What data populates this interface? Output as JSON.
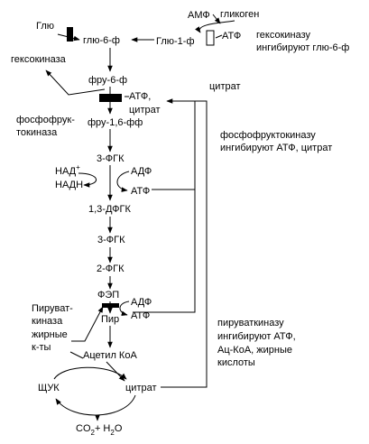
{
  "nodes": {
    "glu": "Глю",
    "glu6p": "глю-6-ф",
    "glu1p": "Глю-1-ф",
    "amp": "АМФ",
    "glycogen": "гликоген",
    "atp_top": "АТФ",
    "hexokinase": "гексокиназа",
    "fru6p": "фру-6-ф",
    "atp_citrate_a": "АТФ,",
    "atp_citrate_b": "цитрат",
    "pfk_a": "фосфофрук-",
    "pfk_b": "токиназа",
    "fru16bp": "фру-1,6-фф",
    "citrate_feedback": "цитрат",
    "pga3_top": "3-ФГК",
    "nad": "НАД",
    "nad_plus": "+",
    "nadh": "НАДН",
    "adp_1": "АДФ",
    "atp_1": "АТФ",
    "dpga13": "1,3-ДФГК",
    "pga3": "3-ФГК",
    "pga2": "2-ФГК",
    "pep": "ФЭП",
    "pk_a": "Пируват-",
    "pk_b": "киназа",
    "pk_c": "жирные",
    "pk_d": "к-ты",
    "adp_2": "АДФ",
    "atp_2": "АТФ",
    "pyr": "Пир",
    "acetylcoa": "Ацетил КоА",
    "oaa": "ЩУК",
    "citrate_tca": "цитрат",
    "co2": "CO",
    "co2_sub": "2",
    "plus_h2o": "+ H",
    "h2o_sub": "2",
    "h2o_o": "O"
  },
  "notes": {
    "hexokinase_note": [
      "гексокиназу",
      "ингибируют глю-6-ф"
    ],
    "pfk_note": [
      "фосфофруктокиназу",
      "ингибируют АТФ, цитрат"
    ],
    "pk_note": [
      "пируваткиназу",
      "ингибируют АТФ,",
      "Ац-КоА, жирные",
      "кислоты"
    ]
  }
}
